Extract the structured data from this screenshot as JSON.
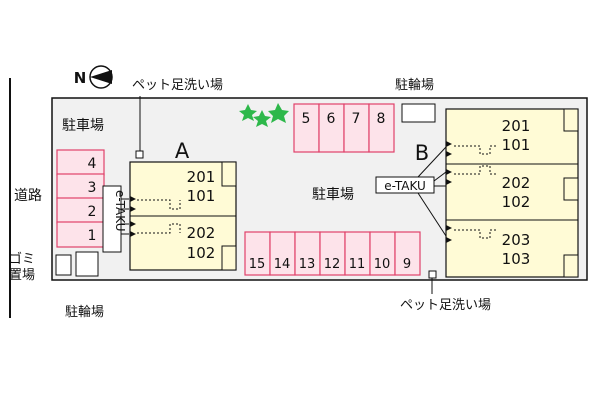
{
  "compass": {
    "letter": "N"
  },
  "road": {
    "label": "道路"
  },
  "parking": {
    "label": "駐車場",
    "center_label": "駐車場"
  },
  "bicycle": {
    "label_top": "駐輪場",
    "label_bottom": "駐輪場"
  },
  "pet_wash": {
    "label_top": "ペット足洗い場",
    "label_bottom": "ペット足洗い場"
  },
  "garbage": {
    "line1": "ゴミ",
    "line2": "置場"
  },
  "parking_spaces": {
    "left": [
      "4",
      "3",
      "2",
      "1"
    ],
    "top": [
      "5",
      "6",
      "7",
      "8"
    ],
    "bottom": [
      "15",
      "14",
      "13",
      "12",
      "11",
      "10",
      "9"
    ]
  },
  "building_a": {
    "name": "A",
    "eTaku": "e-TAKU",
    "units": [
      {
        "upper": "201",
        "lower": "101"
      },
      {
        "upper": "202",
        "lower": "102"
      }
    ]
  },
  "building_b": {
    "name": "B",
    "eTaku": "e-TAKU",
    "units": [
      {
        "upper": "201",
        "lower": "101"
      },
      {
        "upper": "202",
        "lower": "102"
      },
      {
        "upper": "203",
        "lower": "103"
      }
    ]
  },
  "colors": {
    "parking_fill": "#fde3ea",
    "parking_stroke": "#e0416a",
    "building_fill": "#fffbd6",
    "site_fill": "#f1f1f1",
    "tree": "#2db84a"
  }
}
